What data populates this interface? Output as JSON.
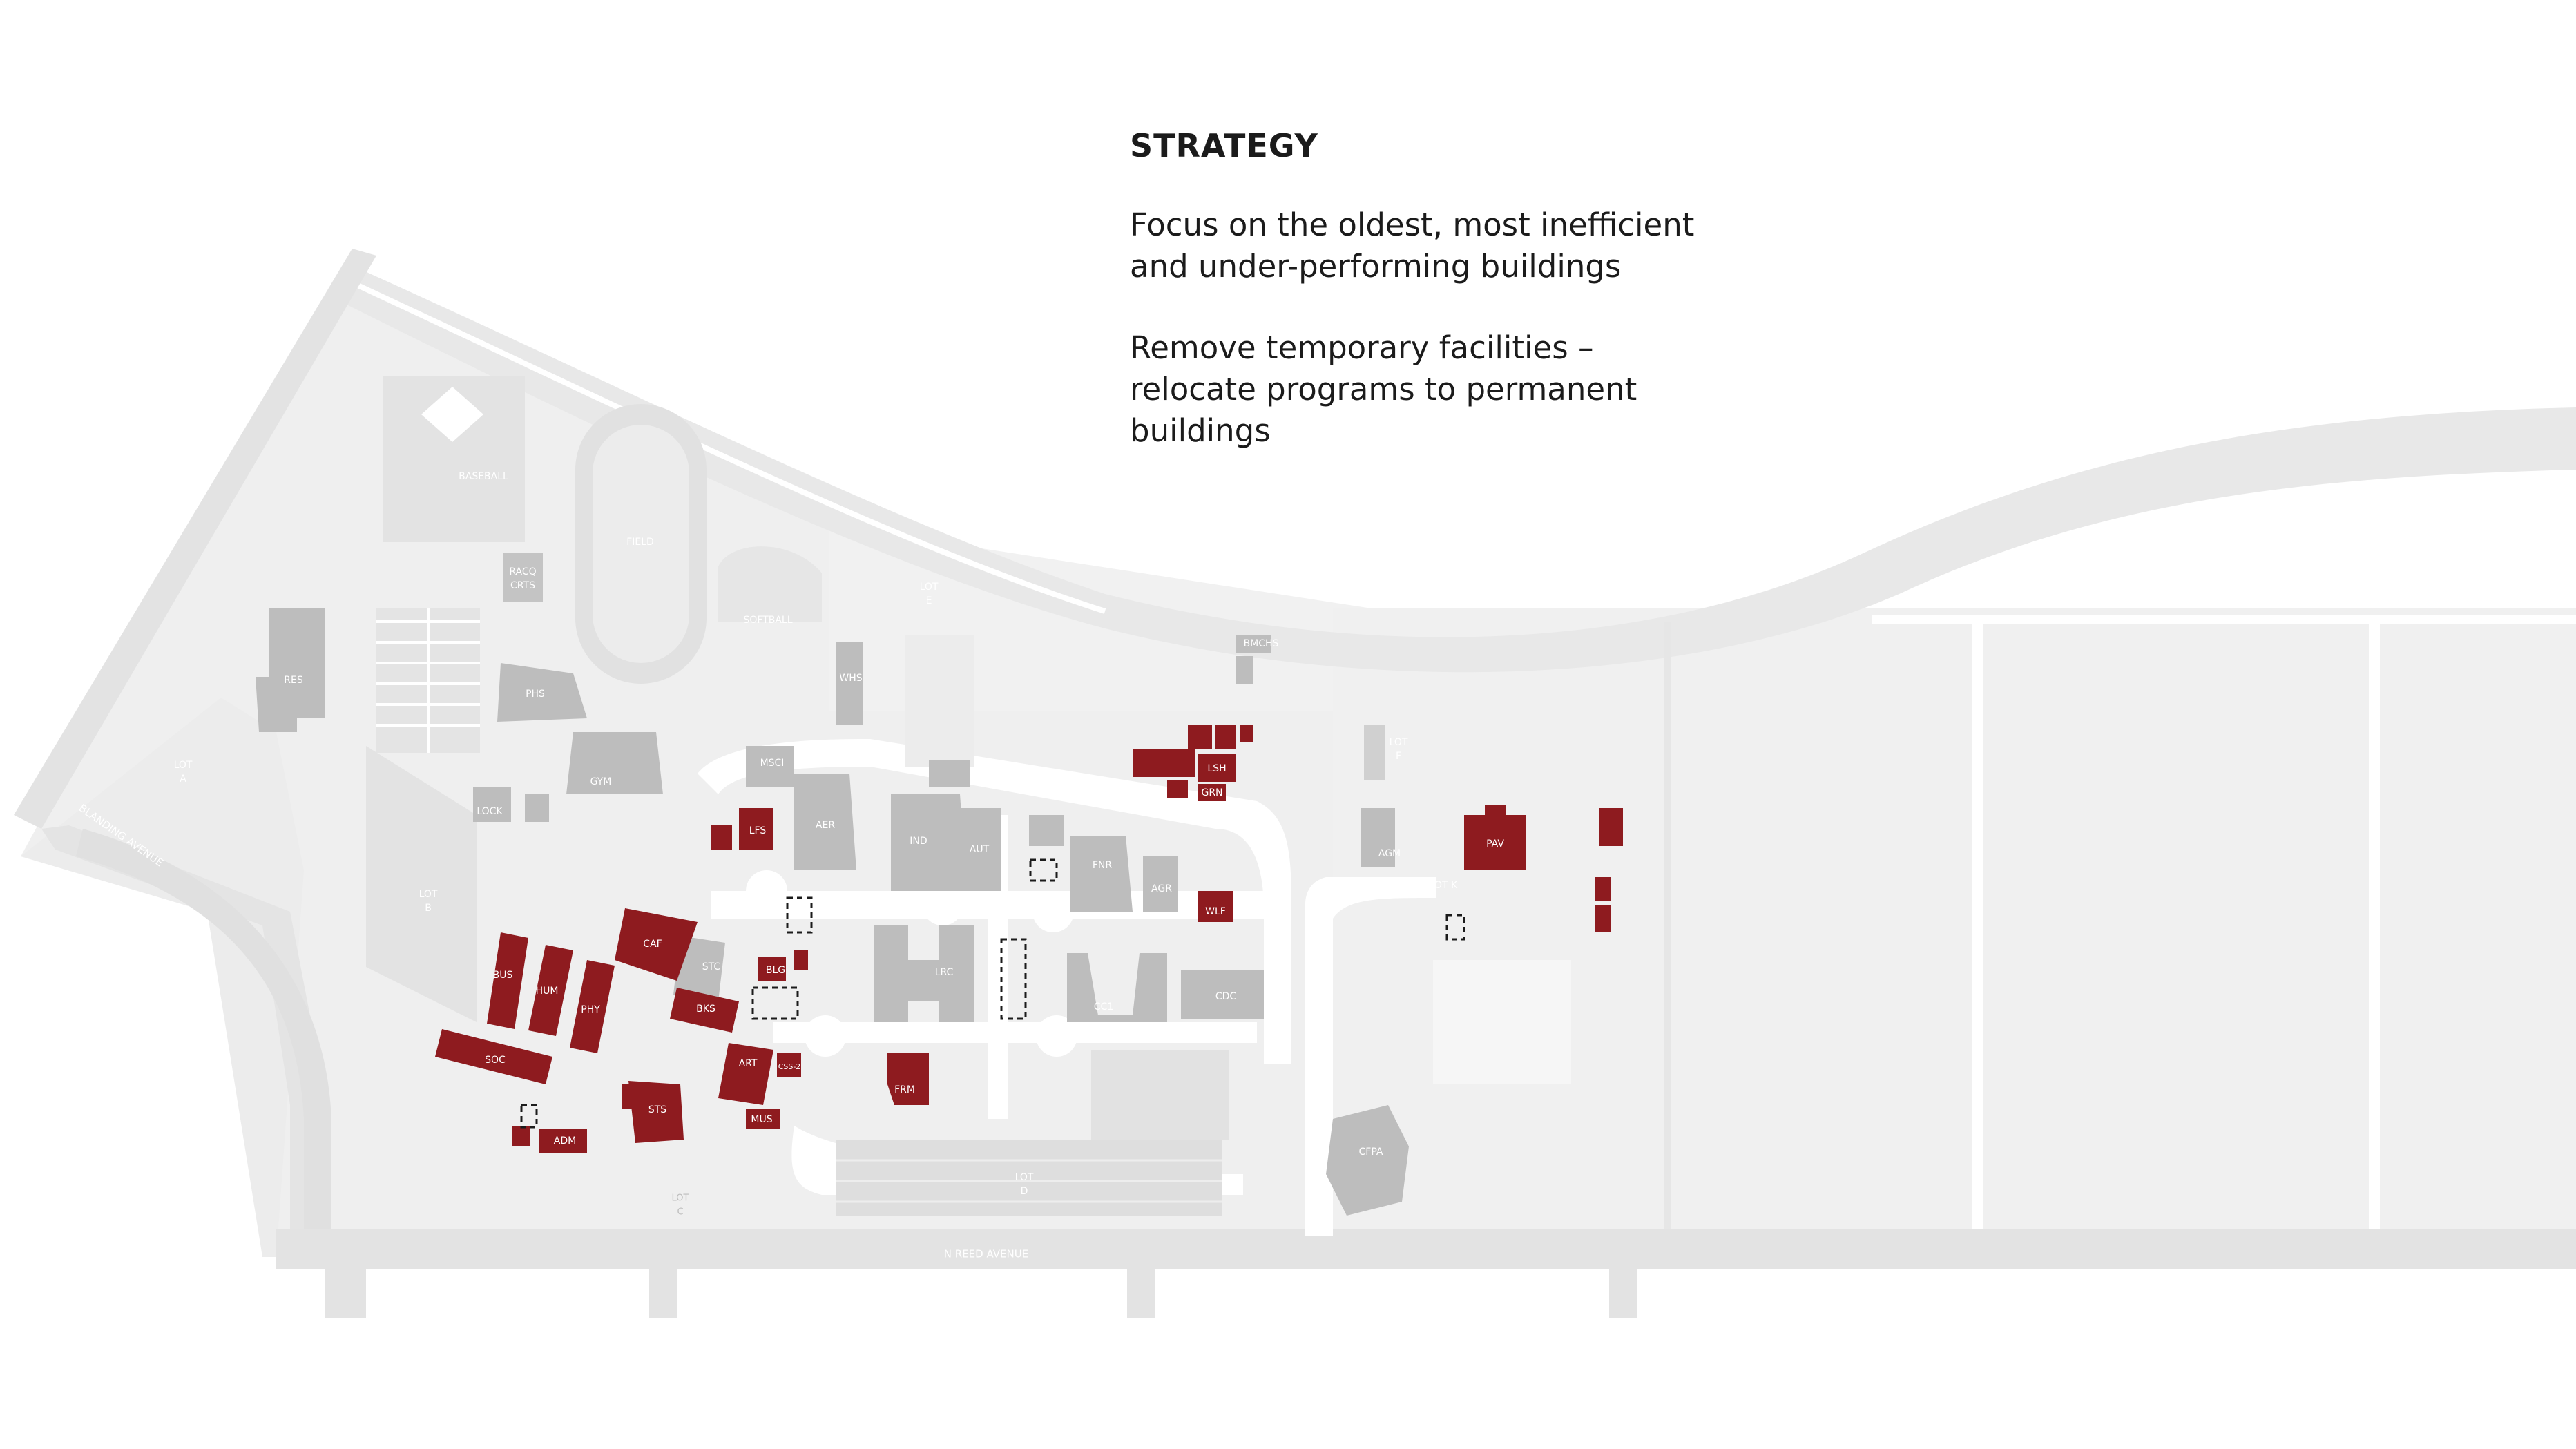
{
  "strategy": {
    "heading": "STRATEGY",
    "paragraph1_line1": "Focus on the oldest, most inefficient",
    "paragraph1_line2": "and under-performing buildings",
    "paragraph2_line1": "Remove temporary facilities –",
    "paragraph2_line2": "relocate programs to permanent",
    "paragraph2_line3": "buildings"
  },
  "colors": {
    "highlight": "#8e1b1f",
    "building": "#bdbdbd",
    "ground": "#efefef",
    "road": "#e6e6e6",
    "text": "#1b1b1b"
  },
  "labels": {
    "baseball": "BASEBALL",
    "field": "FIELD",
    "racq_1": "RACQ",
    "racq_2": "CRTS",
    "softball": "SOFTBALL",
    "lot_e_1": "LOT",
    "lot_e_2": "E",
    "whs": "WHS",
    "bmchs": "BMCHS",
    "res": "RES",
    "phs": "PHS",
    "lot_a_1": "LOT",
    "lot_a_2": "A",
    "gym": "GYM",
    "lock": "LOCK",
    "lot_b_1": "LOT",
    "lot_b_2": "B",
    "msci": "MSCI",
    "lfs": "LFS",
    "aer": "AER",
    "ind": "IND",
    "aut": "AUT",
    "fnr": "FNR",
    "agr": "AGR",
    "lsh": "LSH",
    "grn": "GRN",
    "wlf": "WLF",
    "lot_f_1": "LOT",
    "lot_f_2": "F",
    "agm": "AGM",
    "pav": "PAV",
    "lot_k": "LOT K",
    "caf": "CAF",
    "stc": "STC",
    "blg": "BLG",
    "bus": "BUS",
    "hum": "HUM",
    "phy": "PHY",
    "bks": "BKS",
    "lrc": "LRC",
    "cc1": "CC1",
    "cdc": "CDC",
    "soc": "SOC",
    "art": "ART",
    "css2": "CSS-2",
    "frm": "FRM",
    "sts": "STS",
    "mus": "MUS",
    "adm": "ADM",
    "lot_c_1": "LOT",
    "lot_c_2": "C",
    "lot_d_1": "LOT",
    "lot_d_2": "D",
    "cfpa": "CFPA",
    "n_reed_avenue": "N REED AVENUE",
    "blanding_avenue": "BLANDING AVENUE"
  }
}
